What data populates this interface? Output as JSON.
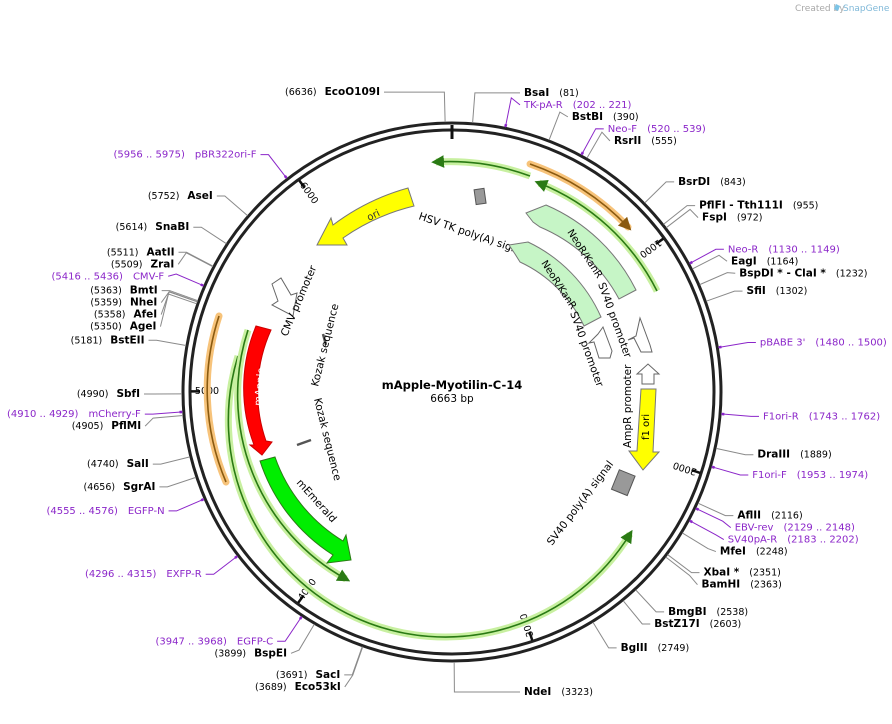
{
  "header": {
    "credit_prefix": "Created by",
    "credit_brand": "SnapGene"
  },
  "plasmid": {
    "name": "mApple-Myotilin-C-14",
    "length_label": "6663 bp",
    "length_bp": 6663
  },
  "ticks": [
    {
      "label": "1000",
      "bp": 1000
    },
    {
      "label": "2000",
      "bp": 2000
    },
    {
      "label": "3000",
      "bp": 3000
    },
    {
      "label": "4000",
      "bp": 4000
    },
    {
      "label": "5000",
      "bp": 5000
    },
    {
      "label": "6000",
      "bp": 6000
    }
  ],
  "enzymes": [
    {
      "name": "EcoO109I",
      "pos": "(6636)",
      "bp": 6636,
      "side": "left"
    },
    {
      "name": "BsaI",
      "pos": "(81)",
      "bp": 81,
      "side": "right"
    },
    {
      "name": "BstBI",
      "pos": "(390)",
      "bp": 390,
      "side": "right"
    },
    {
      "name": "RsrII",
      "pos": "(555)",
      "bp": 555,
      "side": "right"
    },
    {
      "name": "BsrDI",
      "pos": "(843)",
      "bp": 843,
      "side": "right"
    },
    {
      "name": "PflFI - Tth111I",
      "pos": "(955)",
      "bp": 955,
      "side": "right"
    },
    {
      "name": "FspI",
      "pos": "(972)",
      "bp": 972,
      "side": "right"
    },
    {
      "name": "EagI",
      "pos": "(1164)",
      "bp": 1164,
      "side": "right"
    },
    {
      "name": "BspDI * - ClaI *",
      "pos": "(1232)",
      "bp": 1232,
      "side": "right"
    },
    {
      "name": "SfiI",
      "pos": "(1302)",
      "bp": 1302,
      "side": "right"
    },
    {
      "name": "DraIII",
      "pos": "(1889)",
      "bp": 1889,
      "side": "right"
    },
    {
      "name": "AflII",
      "pos": "(2116)",
      "bp": 2116,
      "side": "right"
    },
    {
      "name": "MfeI",
      "pos": "(2248)",
      "bp": 2248,
      "side": "right"
    },
    {
      "name": "XbaI *",
      "pos": "(2351)",
      "bp": 2351,
      "side": "right"
    },
    {
      "name": "BamHI",
      "pos": "(2363)",
      "bp": 2363,
      "side": "right"
    },
    {
      "name": "BmgBI",
      "pos": "(2538)",
      "bp": 2538,
      "side": "right"
    },
    {
      "name": "BstZ17I",
      "pos": "(2603)",
      "bp": 2603,
      "side": "right"
    },
    {
      "name": "BglII",
      "pos": "(2749)",
      "bp": 2749,
      "side": "right"
    },
    {
      "name": "NdeI",
      "pos": "(3323)",
      "bp": 3323,
      "side": "right"
    },
    {
      "name": "SacI",
      "pos": "(3691)",
      "bp": 3691,
      "side": "left"
    },
    {
      "name": "Eco53kI",
      "pos": "(3689)",
      "bp": 3689,
      "side": "left"
    },
    {
      "name": "BspEI",
      "pos": "(3899)",
      "bp": 3899,
      "side": "left"
    },
    {
      "name": "SgrAI",
      "pos": "(4656)",
      "bp": 4656,
      "side": "left"
    },
    {
      "name": "SalI",
      "pos": "(4740)",
      "bp": 4740,
      "side": "left"
    },
    {
      "name": "PflMI",
      "pos": "(4905)",
      "bp": 4905,
      "side": "left"
    },
    {
      "name": "SbfI",
      "pos": "(4990)",
      "bp": 4990,
      "side": "left"
    },
    {
      "name": "BstEII",
      "pos": "(5181)",
      "bp": 5181,
      "side": "left"
    },
    {
      "name": "AgeI",
      "pos": "(5350)",
      "bp": 5350,
      "side": "left"
    },
    {
      "name": "AfeI",
      "pos": "(5358)",
      "bp": 5358,
      "side": "left"
    },
    {
      "name": "NheI",
      "pos": "(5359)",
      "bp": 5359,
      "side": "left"
    },
    {
      "name": "BmtI",
      "pos": "(5363)",
      "bp": 5363,
      "side": "left"
    },
    {
      "name": "ZraI",
      "pos": "(5509)",
      "bp": 5509,
      "side": "left"
    },
    {
      "name": "AatII",
      "pos": "(5511)",
      "bp": 5511,
      "side": "left"
    },
    {
      "name": "SnaBI",
      "pos": "(5614)",
      "bp": 5614,
      "side": "left"
    },
    {
      "name": "AseI",
      "pos": "(5752)",
      "bp": 5752,
      "side": "left"
    }
  ],
  "primers": [
    {
      "name": "TK-pA-R",
      "range": "(202 .. 221)",
      "bp": 211,
      "side": "right"
    },
    {
      "name": "Neo-F",
      "range": "(520 .. 539)",
      "bp": 530,
      "side": "right"
    },
    {
      "name": "Neo-R",
      "range": "(1130 .. 1149)",
      "bp": 1140,
      "side": "right"
    },
    {
      "name": "pBABE 3'",
      "range": "(1480 .. 1500)",
      "bp": 1490,
      "side": "right"
    },
    {
      "name": "F1ori-R",
      "range": "(1743 .. 1762)",
      "bp": 1752,
      "side": "right"
    },
    {
      "name": "F1ori-F",
      "range": "(1953 .. 1974)",
      "bp": 1963,
      "side": "right"
    },
    {
      "name": "EBV-rev",
      "range": "(2129 .. 2148)",
      "bp": 2138,
      "side": "right"
    },
    {
      "name": "SV40pA-R",
      "range": "(2183 .. 2202)",
      "bp": 2192,
      "side": "right"
    },
    {
      "name": "EGFP-C",
      "range": "(3947 .. 3968)",
      "bp": 3957,
      "side": "left"
    },
    {
      "name": "EXFP-R",
      "range": "(4296 .. 4315)",
      "bp": 4305,
      "side": "left"
    },
    {
      "name": "EGFP-N",
      "range": "(4555 .. 4576)",
      "bp": 4565,
      "side": "left"
    },
    {
      "name": "mCherry-F",
      "range": "(4910 .. 4929)",
      "bp": 4919,
      "side": "left"
    },
    {
      "name": "CMV-F",
      "range": "(5416 .. 5436)",
      "bp": 5426,
      "side": "left"
    },
    {
      "name": "pBR322ori-F",
      "range": "(5956 .. 5975)",
      "bp": 5965,
      "side": "left"
    }
  ],
  "features": {
    "ori": "ori",
    "hsv_tk_polya": "HSV TK poly(A) signal",
    "neo_outer": "NeoR/KanR",
    "neo_inner": "NeoR/KanR",
    "sv40_promoter_outer": "SV40 promoter",
    "sv40_promoter_inner": "SV40 promoter",
    "ampr_promoter": "AmpR promoter",
    "f1_ori": "f1 ori",
    "sv40_polya": "SV40 poly(A) signal",
    "cmv_promoter": "CMV promoter",
    "kozak_1": "Kozak sequence",
    "kozak_2": "Kozak sequence",
    "mapple": "mApple",
    "memerald": "mEmerald"
  },
  "colors": {
    "primer": "#8b26c9",
    "ori": "#ffff00",
    "neo": "#c6f5c6",
    "mapple": "#ff0000",
    "memerald": "#00ee00",
    "orf_line": "#2a7a14",
    "orf_glow": "#c8f0a0",
    "orange_glow": "#f7c37a"
  }
}
